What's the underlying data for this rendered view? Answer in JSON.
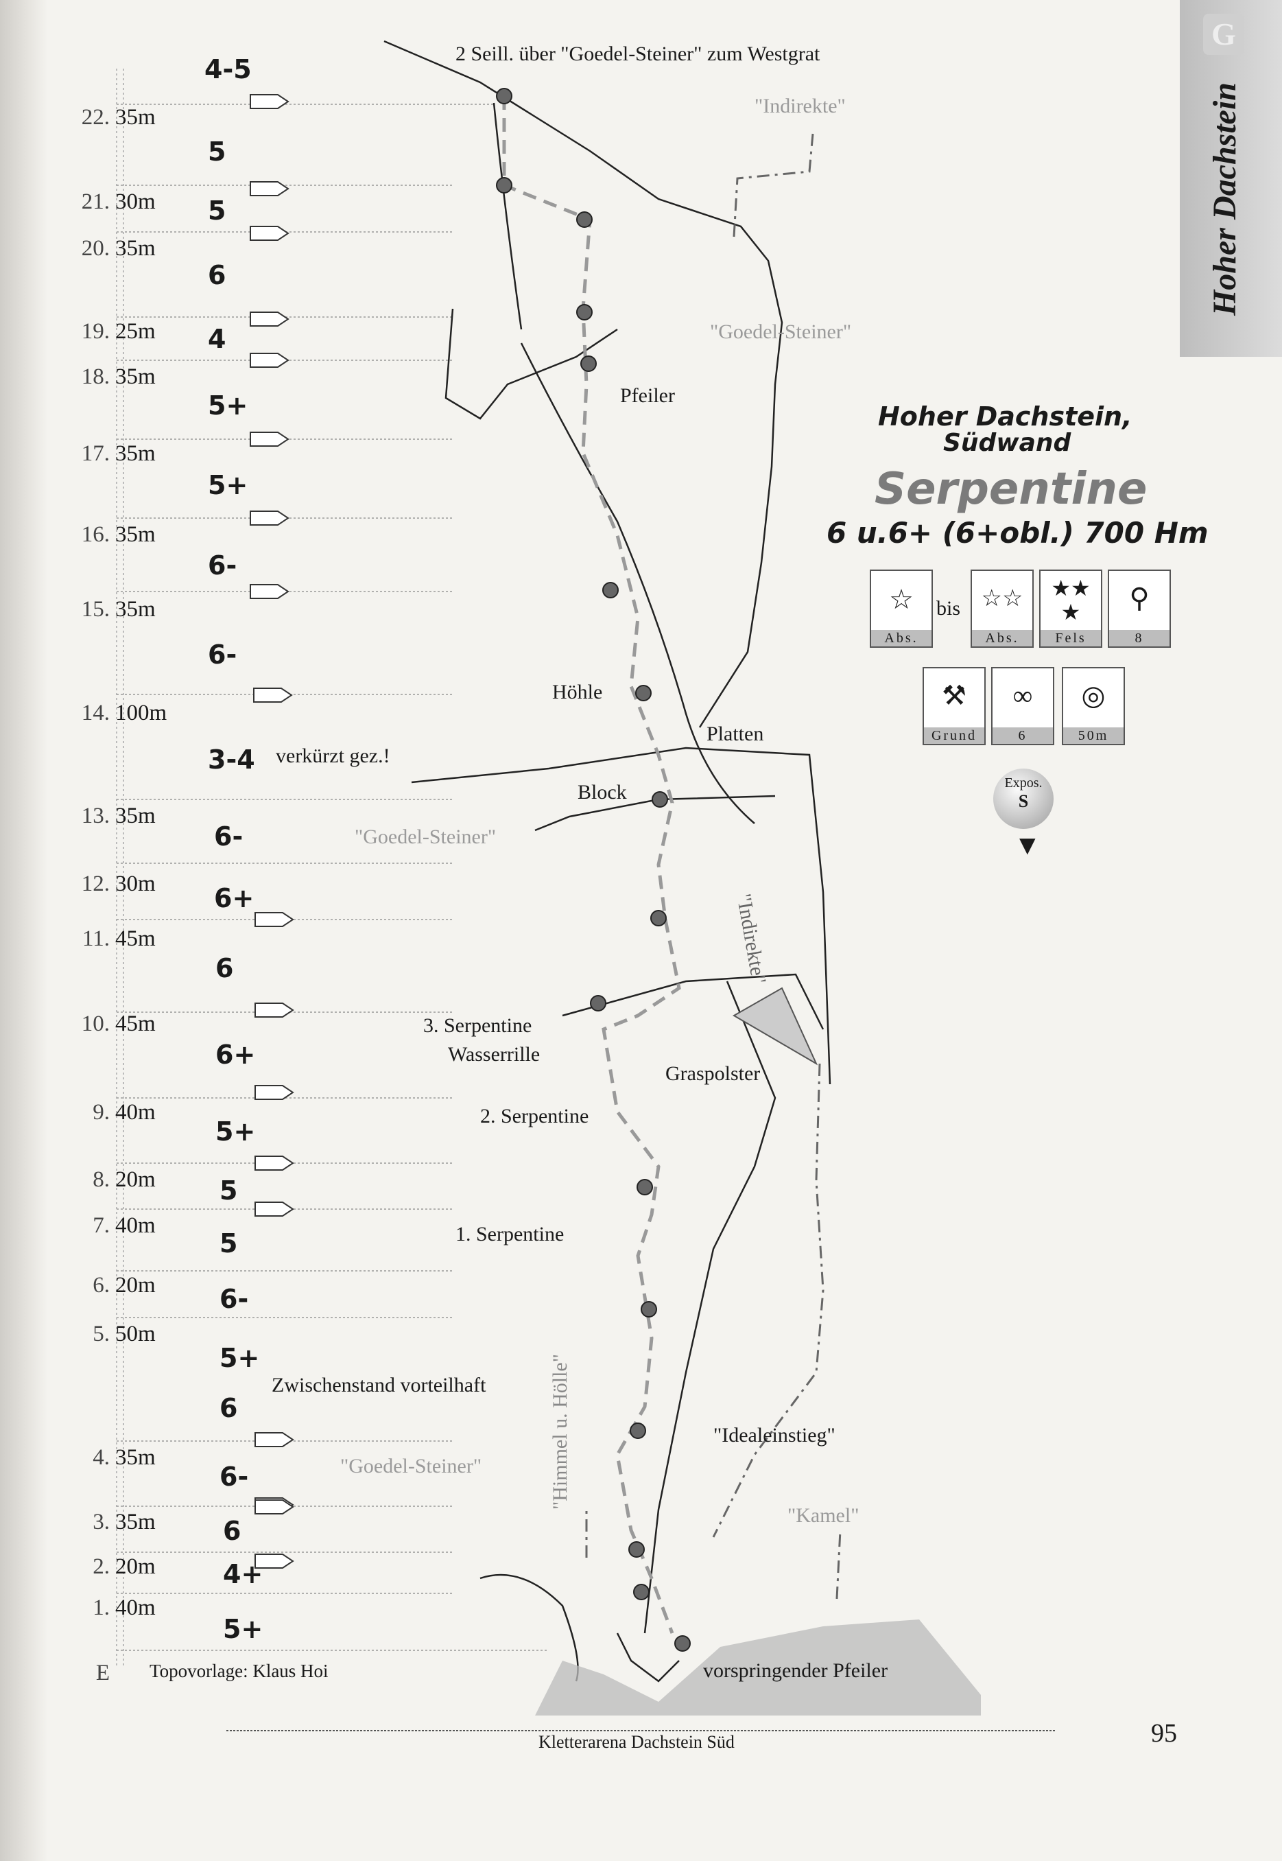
{
  "side_tab": {
    "letter": "G",
    "title": "Hoher Dachstein"
  },
  "route": {
    "mountain": "Hoher Dachstein,",
    "face": "Südwand",
    "name": "Serpentine",
    "grade_line": "6 u.6+ (6+obl.)  700 Hm",
    "rating_between": "bis",
    "box_captions": [
      "Abs.",
      "Abs.",
      "Fels",
      "8",
      "Grund",
      "6",
      "50m"
    ],
    "expos_label": "Expos.",
    "expos_dir": "S"
  },
  "top_note": "2 Seill. über \"Goedel-Steiner\" zum Westgrat",
  "pitches": [
    {
      "no": "22.",
      "len": "35m"
    },
    {
      "no": "21.",
      "len": "30m"
    },
    {
      "no": "20.",
      "len": "35m"
    },
    {
      "no": "19.",
      "len": "25m"
    },
    {
      "no": "18.",
      "len": "35m"
    },
    {
      "no": "17.",
      "len": "35m"
    },
    {
      "no": "16.",
      "len": "35m"
    },
    {
      "no": "15.",
      "len": "35m"
    },
    {
      "no": "14.",
      "len": "100m"
    },
    {
      "no": "13.",
      "len": "35m"
    },
    {
      "no": "12.",
      "len": "30m"
    },
    {
      "no": "11.",
      "len": "45m"
    },
    {
      "no": "10.",
      "len": "45m"
    },
    {
      "no": "9.",
      "len": "40m"
    },
    {
      "no": "8.",
      "len": "20m"
    },
    {
      "no": "7.",
      "len": "40m"
    },
    {
      "no": "6.",
      "len": "20m"
    },
    {
      "no": "5.",
      "len": "50m"
    },
    {
      "no": "4.",
      "len": "35m"
    },
    {
      "no": "3.",
      "len": "35m"
    },
    {
      "no": "2.",
      "len": "20m"
    },
    {
      "no": "1.",
      "len": "40m"
    },
    {
      "no": "E",
      "len": ""
    }
  ],
  "grades": [
    "4-5",
    "5",
    "5",
    "6",
    "4",
    "5+",
    "5+",
    "6-",
    "6-",
    "3-4",
    "6-",
    "6+",
    "6",
    "6+",
    "5+",
    "5",
    "5",
    "6-",
    "5+",
    "6",
    "6-",
    "6",
    "4+",
    "5+"
  ],
  "labels": {
    "shortened": "verkürzt gez.!",
    "intermediate": "Zwischenstand vorteilhaft",
    "topo_source": "Topovorlage: Klaus Hoi",
    "indirekte_top": "\"Indirekte\"",
    "goedel1": "\"Goedel-Steiner\"",
    "goedel2": "\"Goedel-Steiner\"",
    "goedel3": "\"Goedel-Steiner\"",
    "pfeiler": "Pfeiler",
    "hoehle": "Höhle",
    "platten": "Platten",
    "block": "Block",
    "indirekte_side": "\"Indirekte\"",
    "serp3": "3. Serpentine",
    "wasserrille": "Wasserrille",
    "graspolster": "Graspolster",
    "serp2": "2. Serpentine",
    "serp1": "1. Serpentine",
    "himmel": "\"Himmel u. Hölle\"",
    "idealeinstieg": "\"Idealeinstieg\"",
    "kamel": "\"Kamel\"",
    "vorspringend": "vorspringender Pfeiler"
  },
  "footer": "Kletterarena Dachstein Süd",
  "page_number": "95"
}
